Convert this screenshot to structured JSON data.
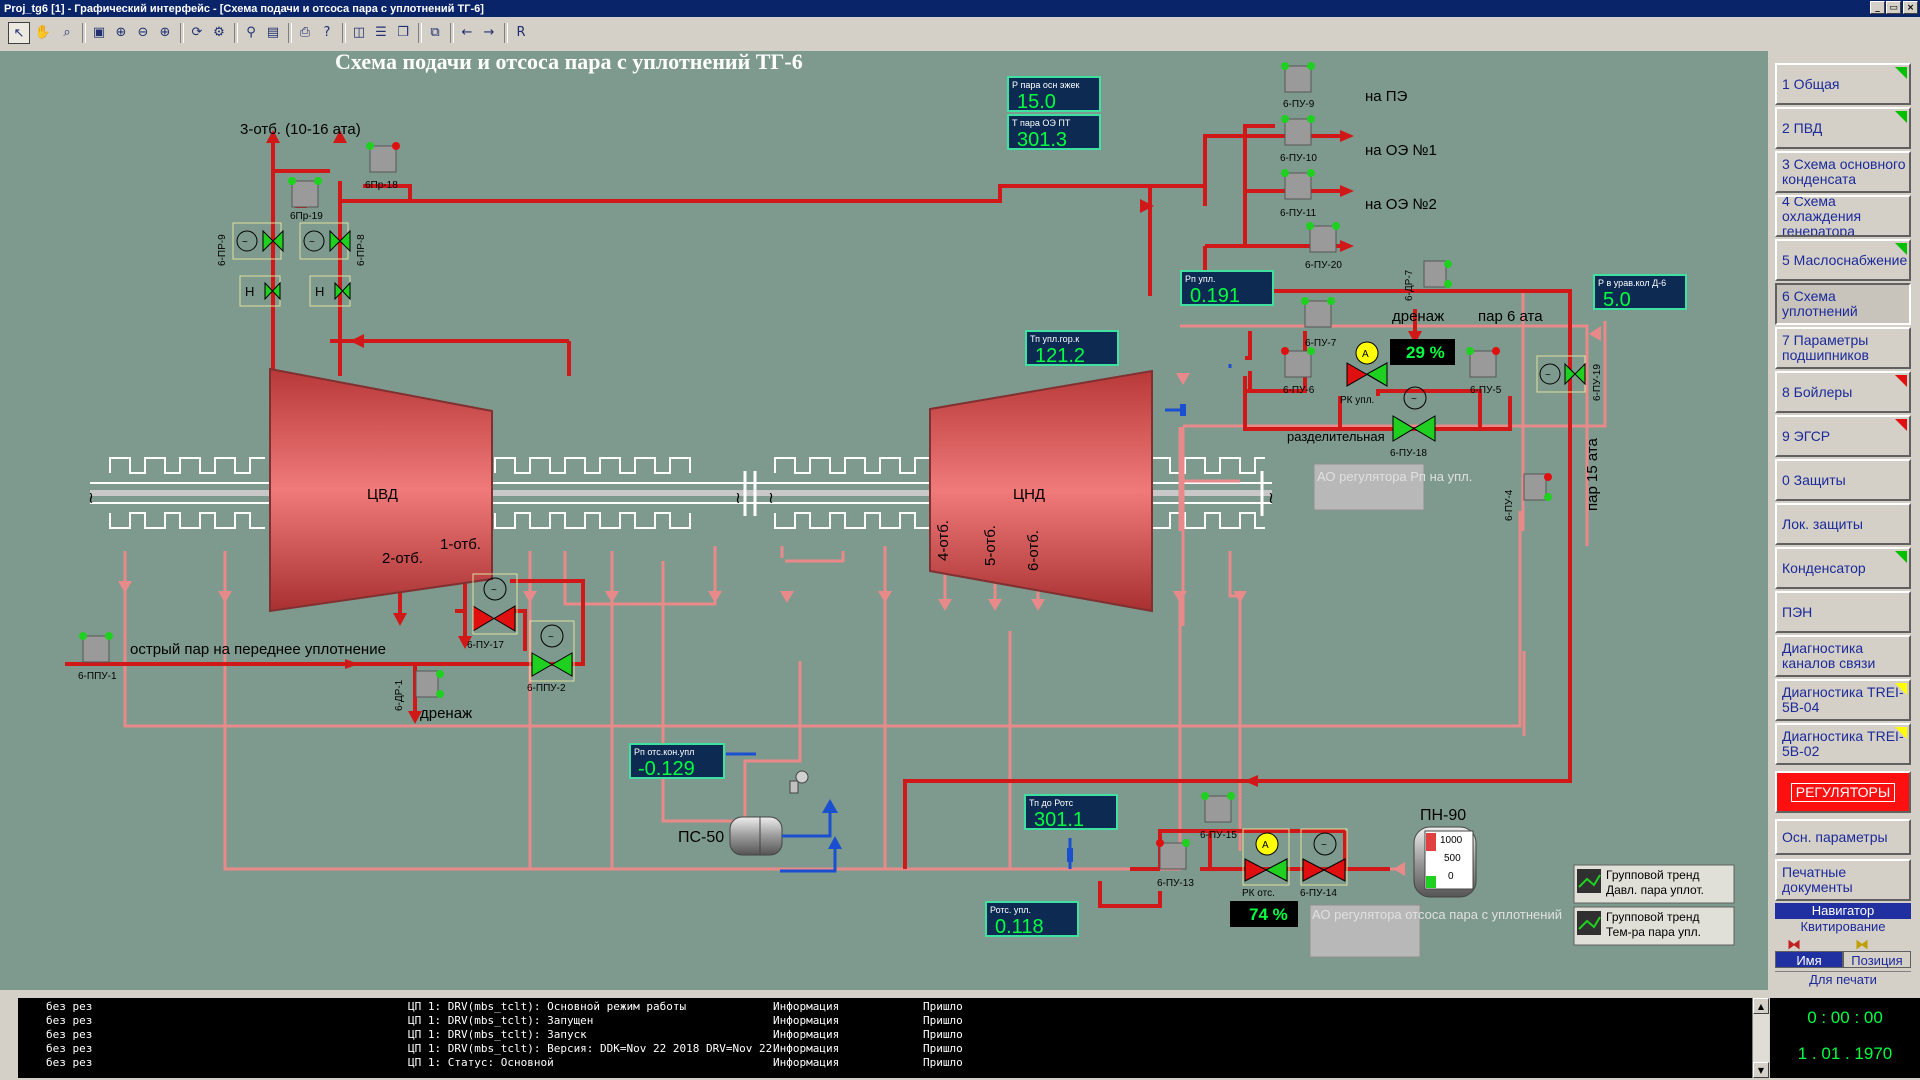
{
  "window": {
    "title": "Proj_tg6 [1] - Графический интерфейс - [Схема подачи и отсоса пара с уплотнений ТГ-6]"
  },
  "toolbar": {
    "r_label": "R"
  },
  "scheme": {
    "title": "Схема подачи и отсоса пара с уплотнений ТГ-6",
    "labels": {
      "otb3": "3-отб. (10-16 ата)",
      "to_pe": "на ПЭ",
      "to_oe1": "на ОЭ №1",
      "to_oe2": "на ОЭ №2",
      "drenazh": "дренаж",
      "par6": "пар 6 ата",
      "par15": "пар 15 ата",
      "razd": "разделительная",
      "ostry": "острый пар на переднее уплотнение",
      "drenazh2": "дренаж",
      "cvd": "ЦВД",
      "cnd": "ЦНД",
      "otb1": "1-отб.",
      "otb2": "2-отб.",
      "otb4": "4-отб.",
      "otb5": "5-отб.",
      "otb6": "6-отб.",
      "ps50": "ПС-50",
      "pn90": "ПН-90",
      "rk_upl": "РК упл.",
      "rk_ots": "РК отс."
    },
    "valves": {
      "pu9": "6-ПУ-9",
      "pu10": "6-ПУ-10",
      "pu11": "6-ПУ-11",
      "pu20": "6-ПУ-20",
      "pr18": "6Пр-18",
      "pr19": "6Пр-19",
      "pr9": "6-ПР-9",
      "pr8": "6-ПР-8",
      "dr7": "6-ДР-7",
      "pu7": "6-ПУ-7",
      "pu6": "6-ПУ-6",
      "pu5": "6-ПУ-5",
      "pu19": "6-ПУ-19",
      "pu18": "6-ПУ-18",
      "pu4": "6-ПУ-4",
      "pu17": "6-ПУ-17",
      "ppu2": "6-ППУ-2",
      "ppu1": "6-ППУ-1",
      "dr1": "6-ДР-1",
      "pu15": "6-ПУ-15",
      "pu13": "6-ПУ-13",
      "pu14": "6-ПУ-14"
    },
    "displays": {
      "p_ejector": {
        "label": "Р пара осн эжек",
        "value": "15.0"
      },
      "t_oe": {
        "label": "Т пара ОЭ ПТ",
        "value": "301.3"
      },
      "rp_upl": {
        "label": "Рп упл.",
        "value": "0.191"
      },
      "t_upl": {
        "label": "Тп упл.гор.к",
        "value": "121.2"
      },
      "p_d6": {
        "label": "Р в урав.кол Д-6",
        "value": "5.0"
      },
      "rp_ots": {
        "label": "Рп отс.кон.упл",
        "value": "-0.129"
      },
      "t_rots": {
        "label": "Тп до Ротс",
        "value": "301.1"
      },
      "rots": {
        "label": "Ротс. упл.",
        "value": "0.118"
      }
    },
    "rk_upl_pct": "29 %",
    "rk_ots_pct": "74 %",
    "ao_upl": "АО регулятора Рп на упл.",
    "ao_ots": "АО регулятора отсоса пара с уплотнений",
    "pn90_scale": [
      "1000",
      "500",
      "0"
    ],
    "trend1": "Групповой тренд Давл. пара уплот.",
    "trend2": "Групповой тренд Тем-ра пара упл."
  },
  "nav": {
    "items": [
      {
        "label": "1 Общая",
        "flag": "green"
      },
      {
        "label": "2 ПВД",
        "flag": "green"
      },
      {
        "label": "3 Схема основного конденсата",
        "flag": ""
      },
      {
        "label": "4 Схема охлаждения генератора",
        "flag": ""
      },
      {
        "label": "5 Маслоснабжение",
        "flag": "green"
      },
      {
        "label": "6 Схема уплотнений",
        "flag": "",
        "active": true
      },
      {
        "label": "7 Параметры подшипников",
        "flag": ""
      },
      {
        "label": "8 Бойлеры",
        "flag": "red"
      },
      {
        "label": "9 ЭГСР",
        "flag": "red"
      },
      {
        "label": "0 Защиты",
        "flag": ""
      },
      {
        "label": "Лок. защиты",
        "flag": ""
      },
      {
        "label": "Конденсатор",
        "flag": "green"
      },
      {
        "label": "ПЭН",
        "flag": ""
      },
      {
        "label": "Диагностика каналов связи",
        "flag": ""
      },
      {
        "label": "Диагностика TREI-5B-04",
        "flag": "yellow"
      },
      {
        "label": "Диагностика TREI-5B-02",
        "flag": "yellow"
      },
      {
        "label": "РЕГУЛЯТОРЫ",
        "flag": ""
      },
      {
        "label": "Осн. параметры",
        "flag": ""
      },
      {
        "label": "Печатные документы",
        "flag": ""
      }
    ],
    "navigator": "Навигатор",
    "kvit": "Квитирование",
    "print": "Для печати",
    "tab_name": "Имя",
    "tab_pos": "Позиция"
  },
  "log": {
    "rows": [
      {
        "a": "без рез",
        "b": "ЦП 1: DRV(mbs_tclt): Основной режим работы",
        "c": "Информация",
        "d": "Пришло"
      },
      {
        "a": "без рез",
        "b": "ЦП 1: DRV(mbs_tclt): Запущен",
        "c": "Информация",
        "d": "Пришло"
      },
      {
        "a": "без рез",
        "b": "ЦП 1: DRV(mbs_tclt): Запуск",
        "c": "Информация",
        "d": "Пришло"
      },
      {
        "a": "без рез",
        "b": "ЦП 1: DRV(mbs_tclt): Версия: DDK=Nov 22 2018 DRV=Nov 22",
        "c": "Информация",
        "d": "Пришло"
      },
      {
        "a": "без рез",
        "b": "ЦП 1: Статус: Основной",
        "c": "Информация",
        "d": "Пришло"
      }
    ]
  },
  "clock": {
    "time": "0 : 00 : 00",
    "date": "1 . 01 . 1970"
  }
}
